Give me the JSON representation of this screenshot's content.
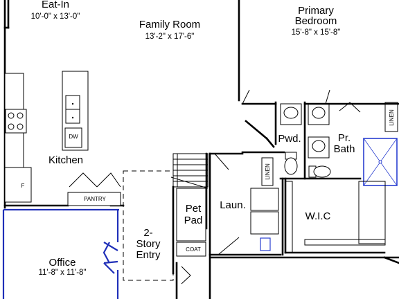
{
  "rooms": {
    "eat_in": {
      "name": "Eat-In",
      "dims": "10'-0\" x 13'-0\""
    },
    "family_room": {
      "name": "Family Room",
      "dims": "13'-2\" x 17'-6\""
    },
    "primary_bedroom": {
      "name_line1": "Primary",
      "name_line2": "Bedroom",
      "dims": "15'-8\" x 15'-8\""
    },
    "kitchen": {
      "name": "Kitchen"
    },
    "pwd": {
      "name": "Pwd."
    },
    "pr_bath": {
      "name_line1": "Pr.",
      "name_line2": "Bath"
    },
    "laundry": {
      "name": "Laun."
    },
    "pet_pad": {
      "name_line1": "Pet",
      "name_line2": "Pad"
    },
    "wic": {
      "name": "W.I.C"
    },
    "entry": {
      "name_line1": "2-",
      "name_line2": "Story",
      "name_line3": "Entry"
    },
    "office": {
      "name": "Office",
      "dims": "11'-8\" x 11'-8\""
    }
  },
  "labels": {
    "pantry": "PANTRY",
    "coat": "COAT",
    "linen_laundry": "LINEN",
    "linen_bath": "LINEN",
    "dishwasher": "DW",
    "fridge": "F"
  }
}
